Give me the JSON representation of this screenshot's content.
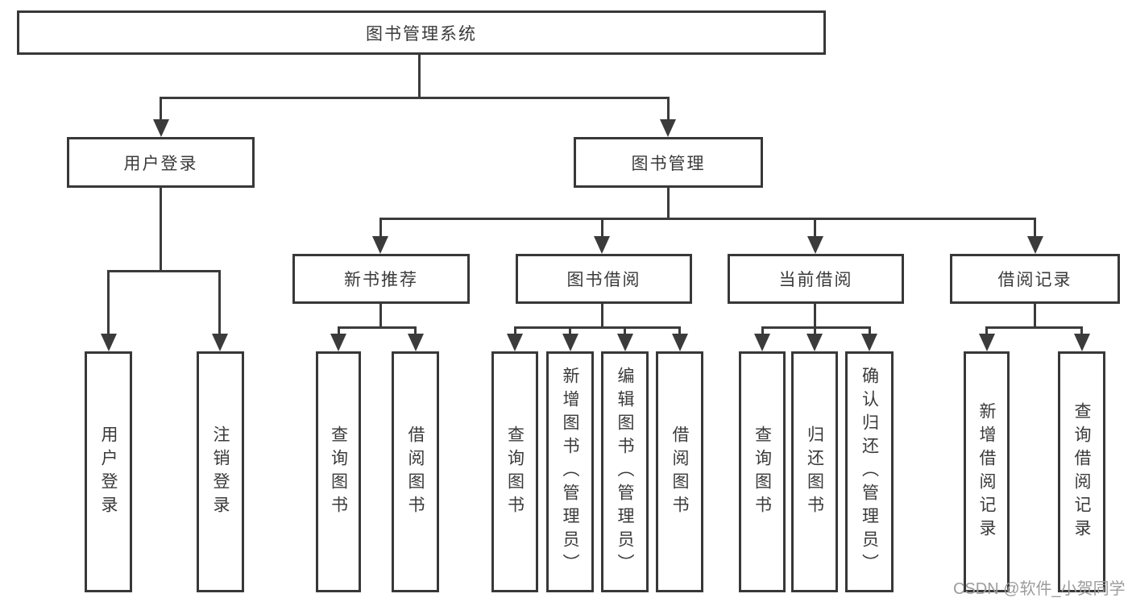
{
  "diagram_title": "图书管理系统",
  "tree": {
    "label": "图书管理系统",
    "children": [
      {
        "label": "用户登录",
        "children": [
          {
            "label": "用户登录"
          },
          {
            "label": "注销登录"
          }
        ]
      },
      {
        "label": "图书管理",
        "children": [
          {
            "label": "新书推荐",
            "children": [
              {
                "label": "查询图书"
              },
              {
                "label": "借阅图书"
              }
            ]
          },
          {
            "label": "图书借阅",
            "children": [
              {
                "label": "查询图书"
              },
              {
                "label": "新增图书（管理员）"
              },
              {
                "label": "编辑图书（管理员）"
              },
              {
                "label": "借阅图书"
              }
            ]
          },
          {
            "label": "当前借阅",
            "children": [
              {
                "label": "查询图书"
              },
              {
                "label": "归还图书"
              },
              {
                "label": "确认归还（管理员）"
              }
            ]
          },
          {
            "label": "借阅记录",
            "children": [
              {
                "label": "新增借阅记录"
              },
              {
                "label": "查询借阅记录"
              }
            ]
          }
        ]
      }
    ]
  },
  "watermark": {
    "text": "CSDN @软件_小贺同学"
  },
  "colors": {
    "line": "#3b3b3b",
    "box-border": "#383838",
    "box-bg": "#ffffff",
    "text": "#3a3a3a",
    "watermark": "#9c9c9c",
    "canvas-bg": "#ffffff"
  }
}
